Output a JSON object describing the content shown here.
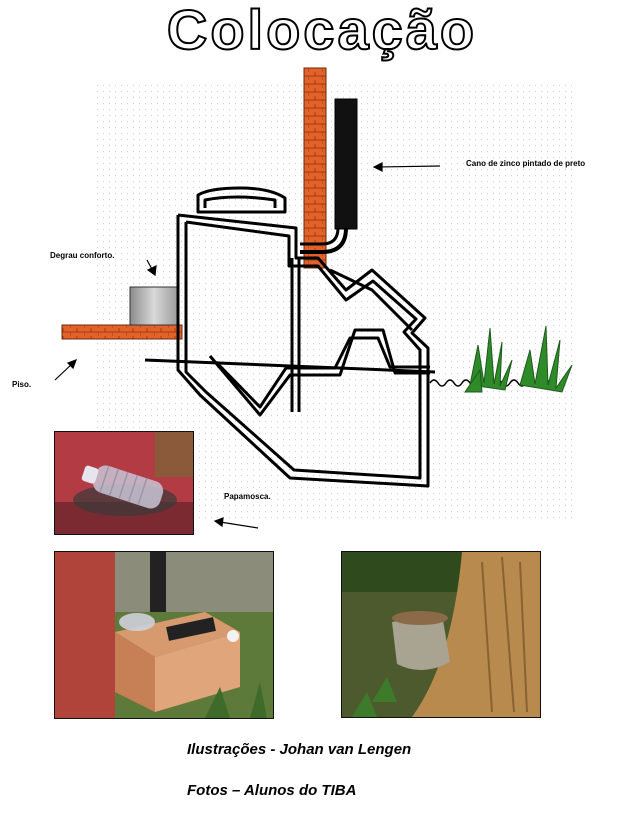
{
  "title": "Colocação",
  "labels": {
    "pipe": "Cano de zinco pintado de preto",
    "step": "Degrau conforto.",
    "floor": "Piso.",
    "flytrap": "Papamosca."
  },
  "credits": {
    "illustrations": "Ilustrações - Johan van Lengen",
    "photos": "Fotos – Alunos do TIBA"
  },
  "colors": {
    "brick": "#e2622a",
    "pipe": "#111111",
    "plant": "#2f8a2a",
    "outline": "#000000"
  }
}
